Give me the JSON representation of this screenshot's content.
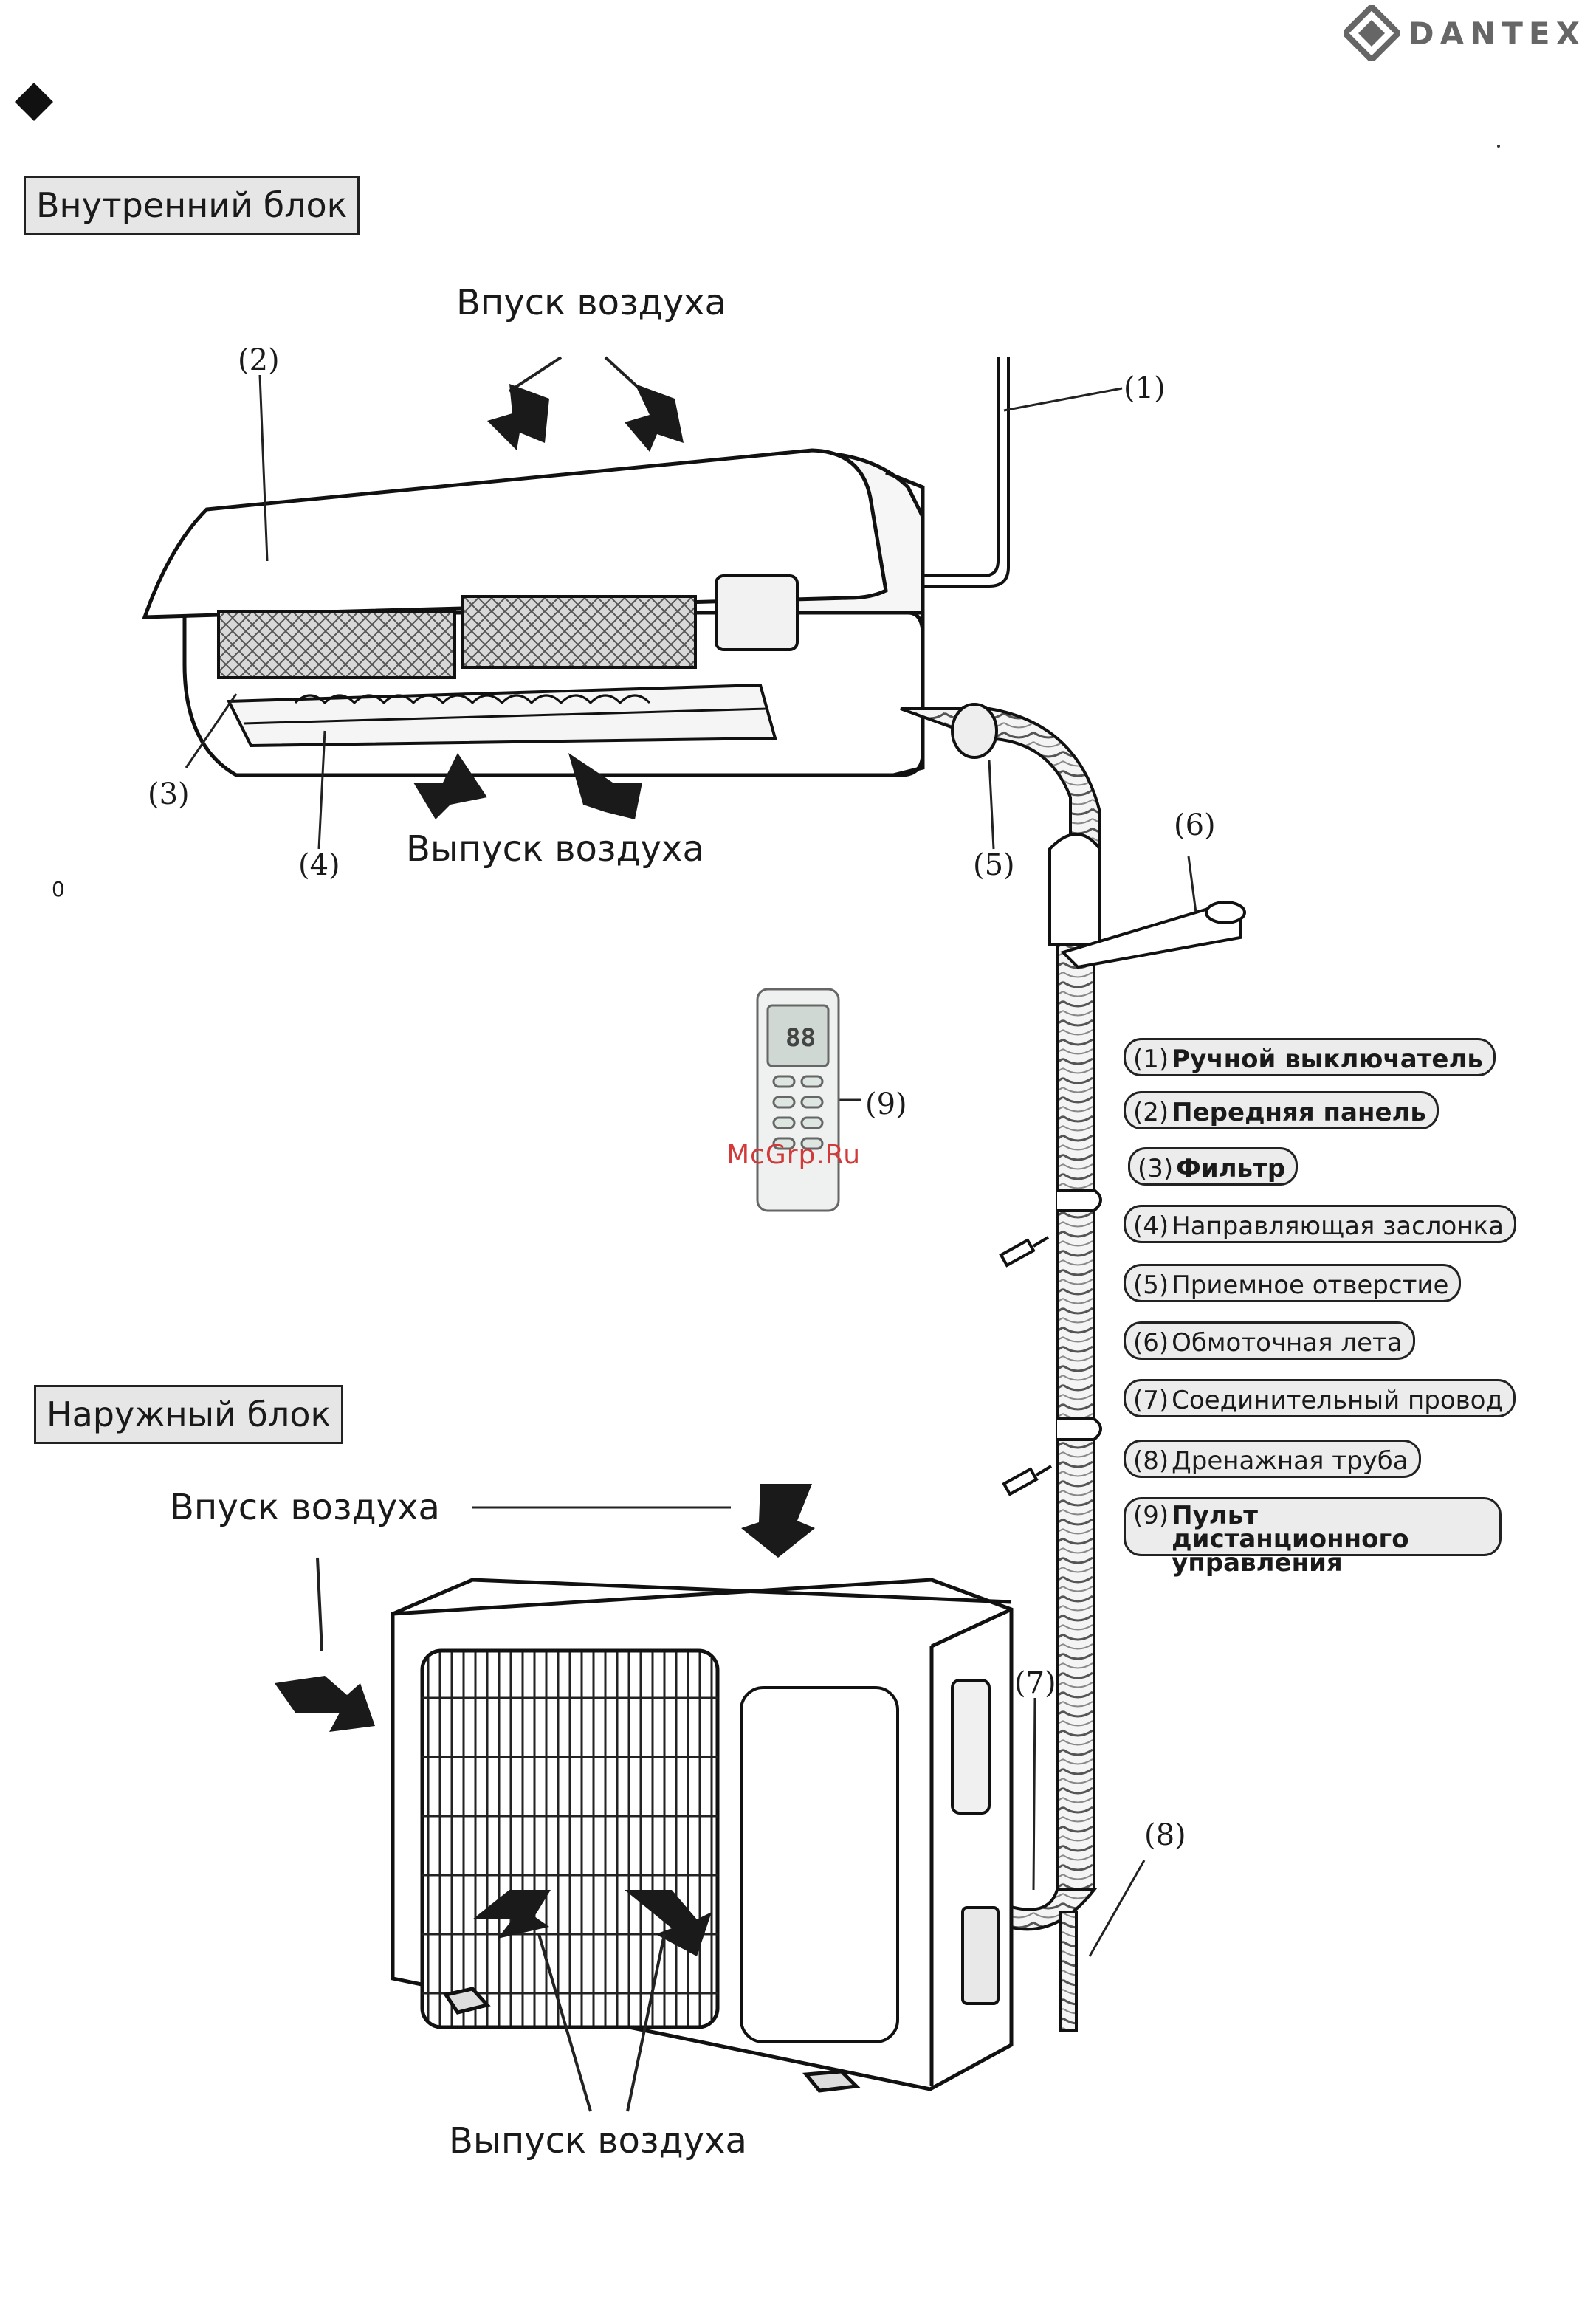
{
  "brand": {
    "name": "DANTEX"
  },
  "page_mark": "0",
  "indoor": {
    "title": "Внутренний блок",
    "air_in": "Впуск воздуха",
    "air_out": "Выпуск воздуха"
  },
  "outdoor": {
    "title": "Наружный блок",
    "air_in": "Впуск воздуха",
    "air_out": "Выпуск воздуха"
  },
  "callouts": [
    "(1)",
    "(2)",
    "(3)",
    "(4)",
    "(5)",
    "(6)",
    "(7)",
    "(8)",
    "(9)"
  ],
  "legend": [
    {
      "num": "(1)",
      "text": "Ручной выключатель",
      "bold": true
    },
    {
      "num": "(2)",
      "text": "Передняя панель",
      "bold": true
    },
    {
      "num": "(3)",
      "text": "Фильтр",
      "bold": true
    },
    {
      "num": "(4)",
      "text": "Направляющая заслонка",
      "bold": false
    },
    {
      "num": "(5)",
      "text": "Приемное отверстие",
      "bold": false
    },
    {
      "num": "(6)",
      "text": "Обмоточная лета",
      "bold": false
    },
    {
      "num": "(7)",
      "text": "Соединительный провод",
      "bold": false
    },
    {
      "num": "(8)",
      "text": "Дренажная труба",
      "bold": false
    },
    {
      "num": "(9)",
      "text": "Пульт дистанционного управления",
      "bold": true
    }
  ],
  "remote_display": "88",
  "watermark": "McGrp.Ru"
}
